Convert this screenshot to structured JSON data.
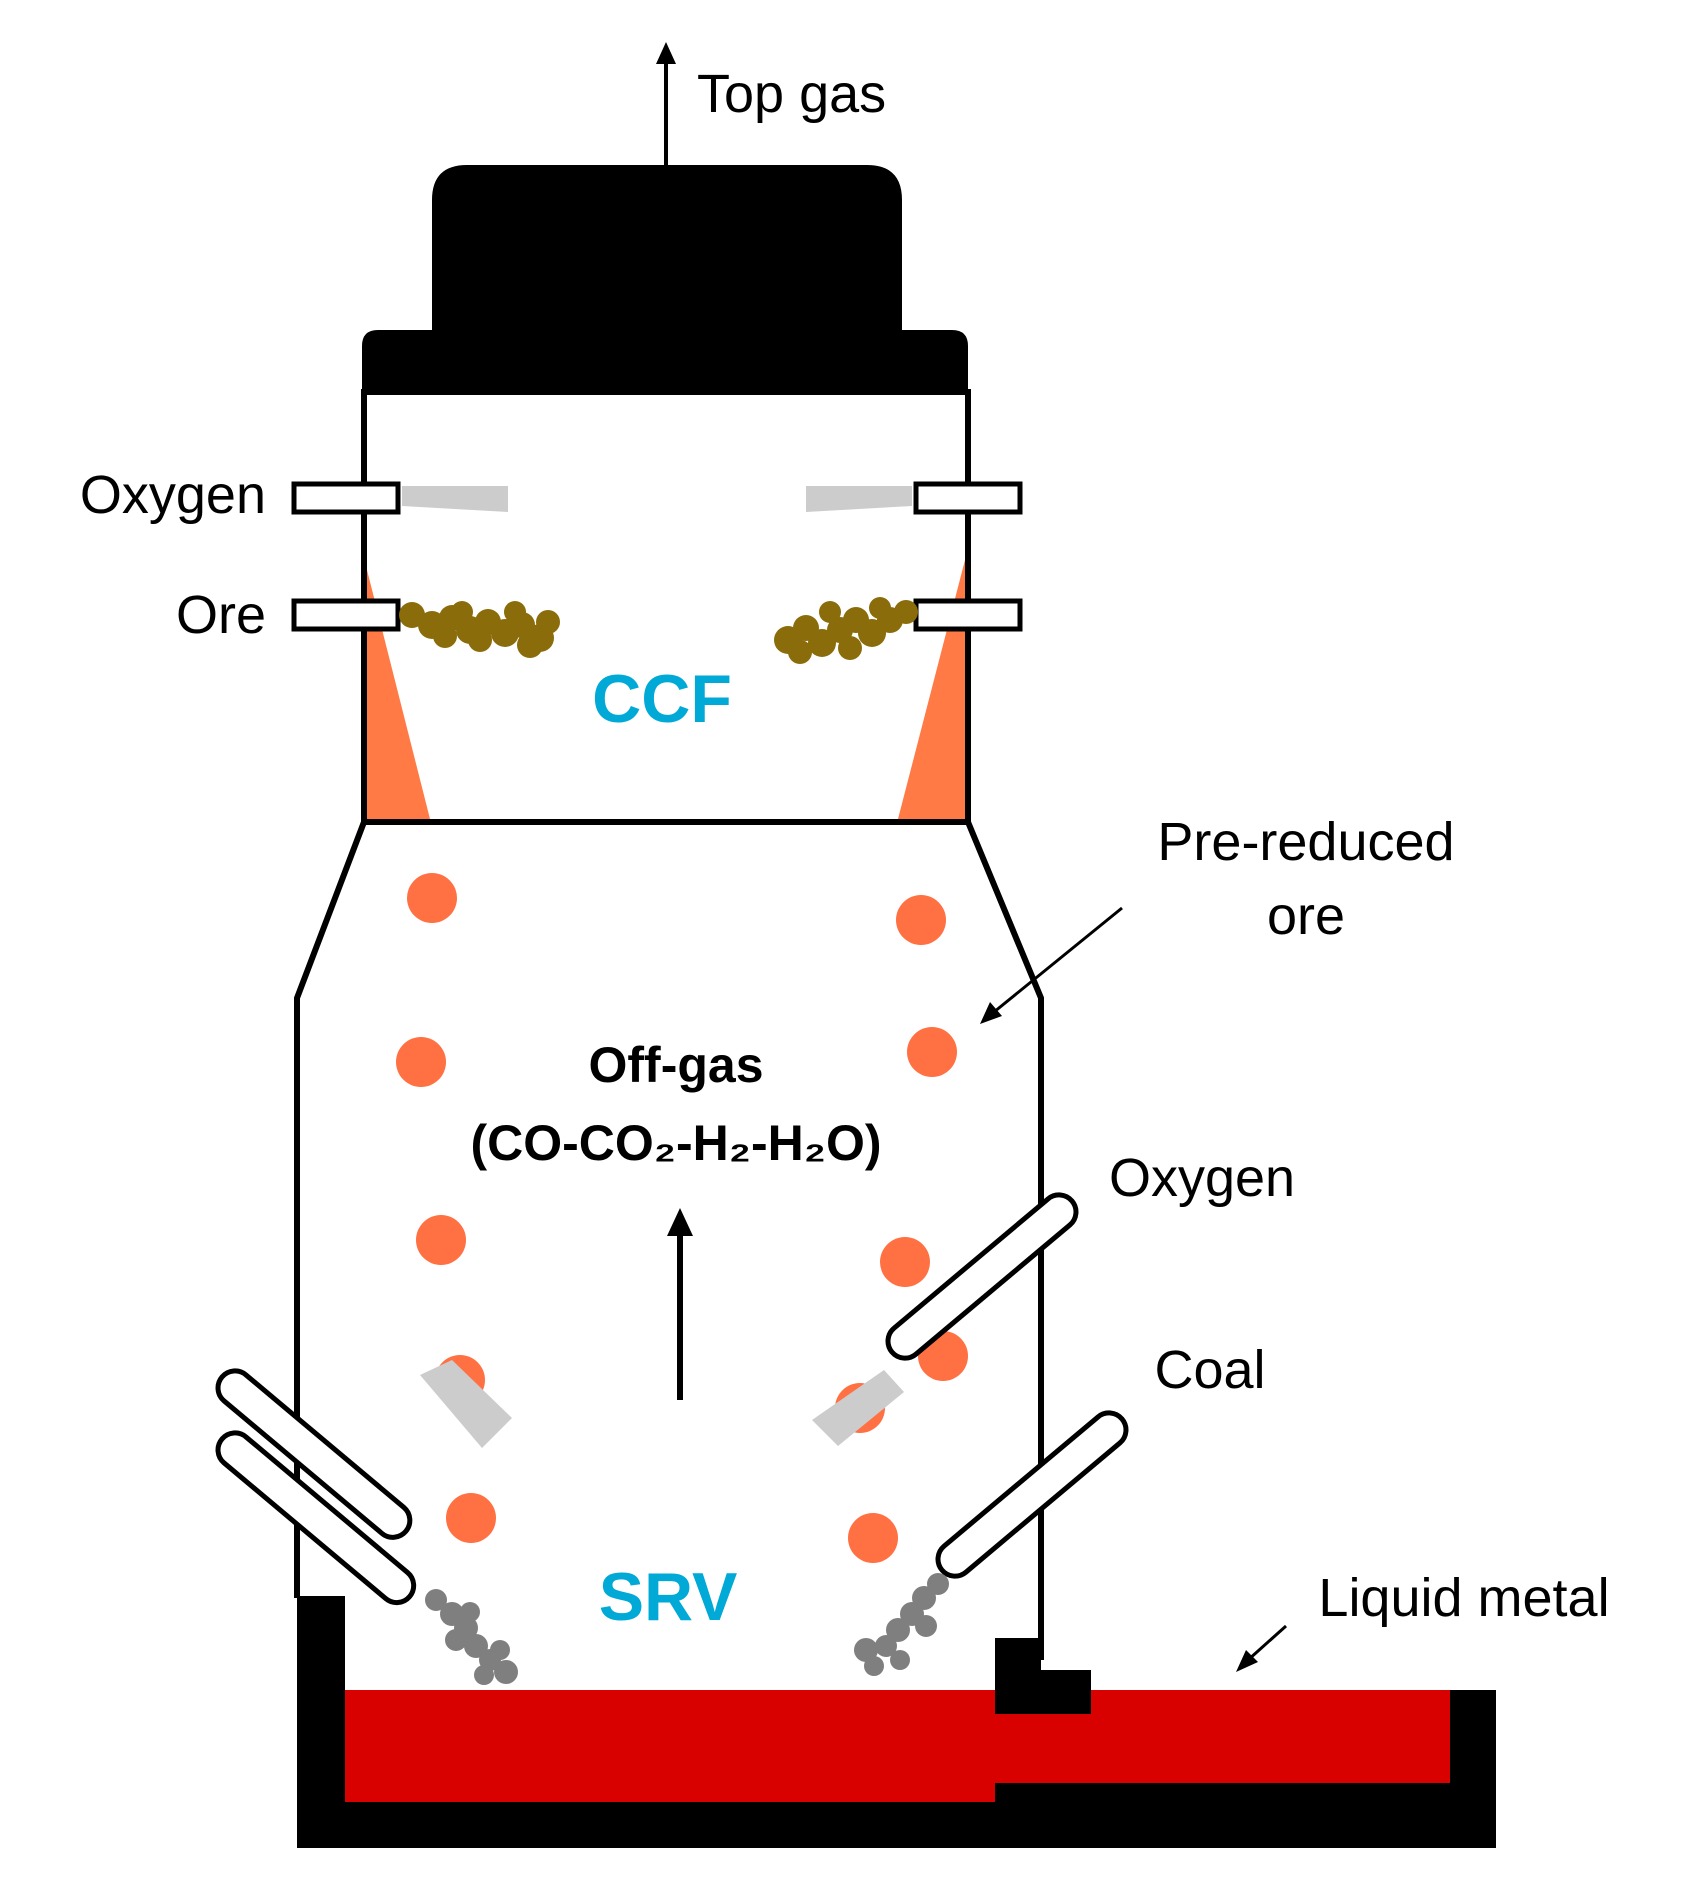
{
  "labels": {
    "top_gas": "Top gas",
    "oxygen_top": "Oxygen",
    "ore": "Ore",
    "ccf": "CCF",
    "pre_reduced_1": "Pre-reduced",
    "pre_reduced_2": "ore",
    "offgas_1": "Off-gas",
    "offgas_2": "(CO-CO₂-H₂-H₂O)",
    "oxygen_lance": "Oxygen",
    "coal": "Coal",
    "srv": "SRV",
    "liquid_metal": "Liquid metal"
  },
  "colors": {
    "outline": "#000000",
    "zone_label": "#00a9d6",
    "ore_particle": "#ff7043",
    "ore_lump": "#8b6c0a",
    "refractory": "#ff7a45",
    "liquid_metal": "#d90000",
    "oxygen_jet": "#cccccc",
    "coal_particle": "#7f7f7f"
  }
}
